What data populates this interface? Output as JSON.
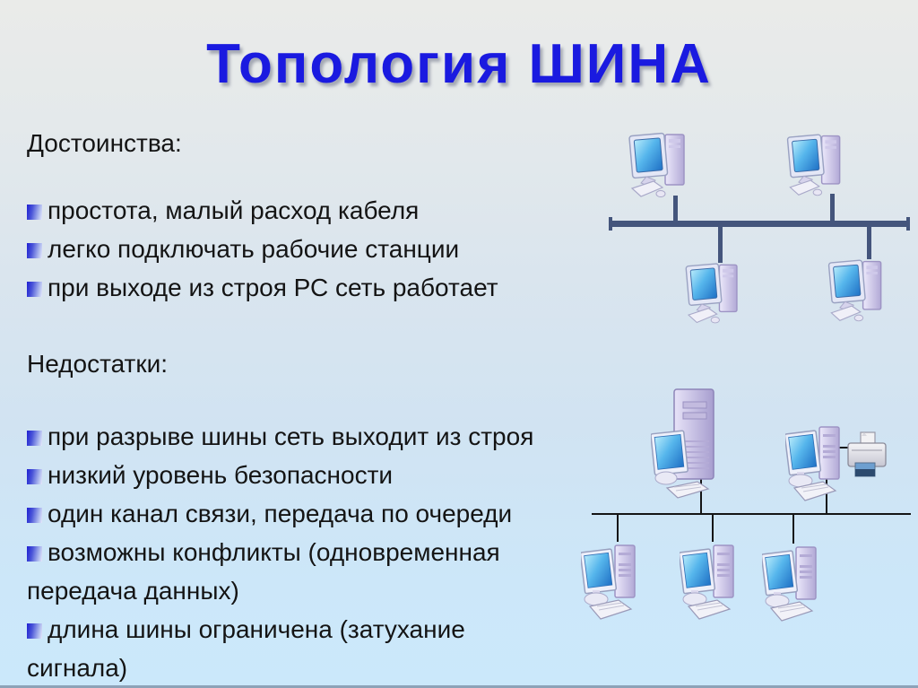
{
  "slide": {
    "title": "Топология ШИНА",
    "advantages": {
      "heading": "Достоинства:",
      "items": [
        {
          "lines": [
            "простота, малый расход кабеля"
          ]
        },
        {
          "lines": [
            "легко подключать рабочие станции"
          ]
        },
        {
          "lines": [
            "при выходе из строя РС сеть работает"
          ]
        }
      ]
    },
    "disadvantages": {
      "heading": "Недостатки:",
      "items": [
        {
          "lines": [
            "при разрыве шины сеть выходит из строя"
          ]
        },
        {
          "lines": [
            "низкий уровень безопасности"
          ]
        },
        {
          "lines": [
            "один канал связи, передача по очереди"
          ]
        },
        {
          "lines": [
            "возможны конфликты (одновременная",
            "передача данных)"
          ]
        },
        {
          "lines": [
            "длина шины ограничена (затухание",
            "сигнала)"
          ]
        }
      ]
    },
    "colors": {
      "title_blue": "#1a1ae0",
      "bullet_blue": "#2222cc",
      "bus_slate": "#44557c",
      "bus_black": "#151515",
      "screen_blue": "#3f9fe0",
      "tower_lavender": "#c9c2e4",
      "background_top": "#eaebe9",
      "background_bottom": "#cbe8fb"
    },
    "diagrams": {
      "top_bus": {
        "node_icons": [
          "desktop-computer-icon",
          "desktop-computer-icon",
          "desktop-computer-icon",
          "desktop-computer-icon"
        ]
      },
      "bottom_bus": {
        "node_icons": [
          "server-icon",
          "workstation-icon",
          "printer-icon",
          "workstation-icon",
          "workstation-icon",
          "workstation-icon"
        ]
      }
    }
  }
}
